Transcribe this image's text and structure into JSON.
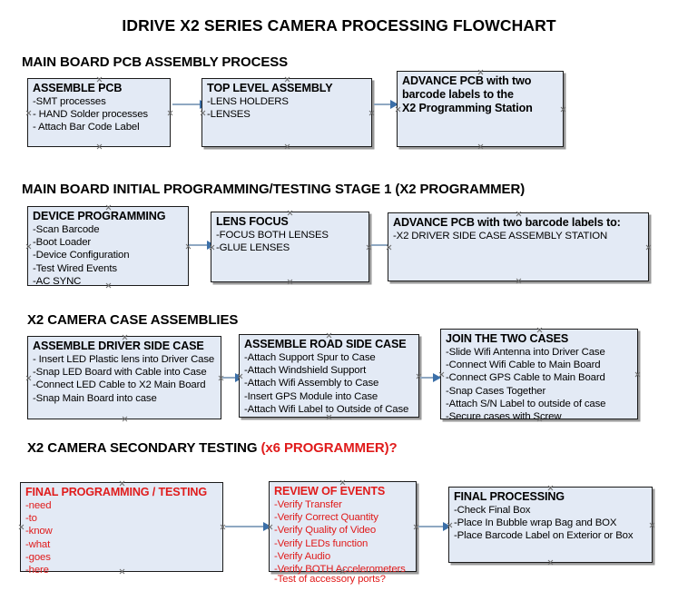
{
  "title": "IDRIVE X2  SERIES CAMERA PROCESSING FLOWCHART",
  "sections": [
    {
      "heading": "MAIN BOARD PCB ASSEMBLY PROCESS",
      "accent": ""
    },
    {
      "heading": "MAIN BOARD INITIAL PROGRAMMING/TESTING STAGE 1 (X2 PROGRAMMER)",
      "accent": ""
    },
    {
      "heading": "X2 CAMERA CASE ASSEMBLIES",
      "accent": ""
    },
    {
      "heading": "X2 CAMERA SECONDARY TESTING ",
      "accent": "(x6 PROGRAMMER)?"
    }
  ],
  "nodes": {
    "assemble_pcb": {
      "header": "ASSEMBLE PCB",
      "lines": [
        "-SMT processes",
        "- HAND Solder processes",
        "- Attach Bar Code Label"
      ]
    },
    "top_level_assembly": {
      "header": "TOP LEVEL ASSEMBLY",
      "lines": [
        "-LENS HOLDERS",
        "-LENSES"
      ]
    },
    "advance_pcb_station": {
      "header_l1": "ADVANCE PCB with two",
      "header_l2": "barcode labels to the",
      "header_l3": " X2 Programming Station"
    },
    "device_programming": {
      "header": "DEVICE PROGRAMMING",
      "lines": [
        "-Scan Barcode",
        "-Boot Loader",
        "-Device Configuration",
        "-Test Wired Events",
        "-AC SYNC"
      ]
    },
    "lens_focus": {
      "header": "LENS FOCUS",
      "lines": [
        "-FOCUS BOTH LENSES",
        "-GLUE LENSES"
      ]
    },
    "advance_pcb_driver": {
      "header": "ADVANCE PCB with two barcode labels to:",
      "lines": [
        "-X2 DRIVER  SIDE  CASE  ASSEMBLY STATION"
      ]
    },
    "assemble_driver_case": {
      "header": "ASSEMBLE DRIVER SIDE CASE",
      "lines": [
        "- Insert LED Plastic lens into Driver Case",
        "-Snap LED Board with Cable into Case",
        "-Connect LED Cable to X2 Main Board",
        "-Snap Main Board into case"
      ]
    },
    "assemble_road_case": {
      "header": "ASSEMBLE ROAD SIDE CASE",
      "lines": [
        "-Attach Support Spur to Case",
        "-Attach Windshield Support",
        "-Attach Wifi Assembly to Case",
        "-Insert GPS Module into Case",
        "-Attach Wifi Label to Outside of Case"
      ]
    },
    "join_two_cases": {
      "header": "JOIN THE TWO CASES",
      "lines": [
        "-Slide Wifi Antenna into Driver Case",
        "-Connect Wifi Cable to Main Board",
        "-Connect GPS Cable to Main Board",
        "-Snap Cases Together",
        "-Attach S/N Label to outside of case",
        "-Secure cases with Screw"
      ]
    },
    "final_programming": {
      "header": "FINAL PROGRAMMING / TESTING",
      "lines": [
        "-need",
        "-to",
        "-know",
        "-what",
        "-goes",
        "-here"
      ]
    },
    "review_of_events": {
      "header": "REVIEW OF EVENTS",
      "lines": [
        "-Verify Transfer",
        "-Verify Correct Quantity",
        "-Verify Quality of Video",
        "-Verify LEDs function",
        "-Verify Audio",
        "-Verify BOTH Accelerometers"
      ],
      "overflow": "-Test of accessory ports?"
    },
    "final_processing": {
      "header": "FINAL PROCESSING",
      "lines": [
        " -Check Final Box",
        "-Place In Bubble wrap Bag and BOX",
        "-Place Barcode Label on Exterior or Box"
      ]
    }
  },
  "colors": {
    "box_fill": "#e3eaf5",
    "box_border": "#1a1a1a",
    "arrow_shaft": "#8fa8c2",
    "arrow_head": "#3b6fa8",
    "accent_red": "#e01b1b",
    "text": "#000000"
  }
}
